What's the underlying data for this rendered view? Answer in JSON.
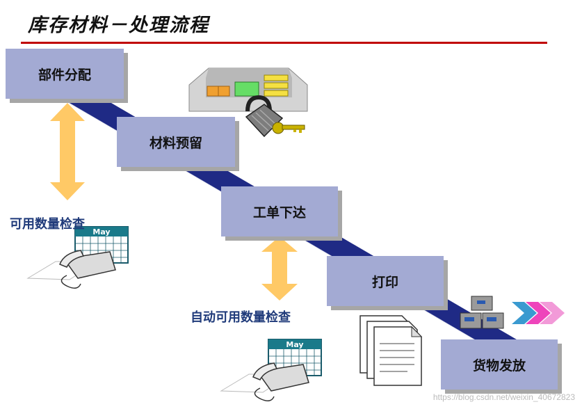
{
  "title": "库存材料－处理流程",
  "steps": [
    {
      "label": "部件分配"
    },
    {
      "label": "材料预留"
    },
    {
      "label": "工单下达"
    },
    {
      "label": "打印"
    },
    {
      "label": "货物发放"
    }
  ],
  "checks": {
    "available_qty": "可用数量检查",
    "auto_available_qty": "自动可用数量检查"
  },
  "calendar_month": "May",
  "watermark": "https://blog.csdn.net/weixin_40672823",
  "colors": {
    "box_fill": "#a3aad3",
    "diagonal_band": "#1f2a85",
    "arrow": "#ffc966",
    "title_rule": "#c00000",
    "label_text": "#1f3a7a"
  },
  "icons": [
    "warehouse-icon",
    "padlock-icon",
    "key-icon",
    "calendar-icon",
    "telephone-icon",
    "document-stack-icon",
    "goods-boxes-icon",
    "chevron-arrows-icon"
  ]
}
